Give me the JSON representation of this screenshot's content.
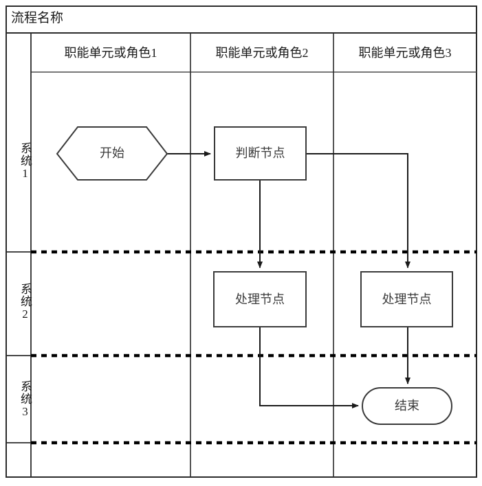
{
  "diagram": {
    "title": "流程名称",
    "type": "swimlane-flowchart",
    "colors": {
      "border": "#2b2b2b",
      "node_stroke": "#3a3a3a",
      "text": "#1a1a1a",
      "node_text": "#3a3a3a",
      "background": "#ffffff",
      "lane_divider_dashed": "#000000"
    },
    "lane_columns": [
      {
        "id": "col-roles",
        "label": "职能单元或角色1"
      },
      {
        "id": "col-roles-2",
        "label": "职能单元或角色2"
      },
      {
        "id": "col-roles-3",
        "label": "职能单元或角色3"
      }
    ],
    "lane_rows": [
      {
        "id": "row-sys-1",
        "label": "系统1"
      },
      {
        "id": "row-sys-2",
        "label": "系统2"
      },
      {
        "id": "row-sys-3",
        "label": "系统3"
      },
      {
        "id": "row-sys-4",
        "label": ""
      }
    ],
    "nodes": [
      {
        "id": "start",
        "label": "开始",
        "shape": "hexagon",
        "column": 1,
        "row": 1
      },
      {
        "id": "decision",
        "label": "判断节点",
        "shape": "rectangle",
        "column": 2,
        "row": 1
      },
      {
        "id": "process-left",
        "label": "处理节点",
        "shape": "rectangle",
        "column": 2,
        "row": 2
      },
      {
        "id": "process-right",
        "label": "处理节点",
        "shape": "rectangle",
        "column": 3,
        "row": 2
      },
      {
        "id": "end",
        "label": "结束",
        "shape": "stadium",
        "column": 3,
        "row": 3
      }
    ],
    "edges": [
      {
        "from": "start",
        "to": "decision",
        "arrow": true
      },
      {
        "from": "decision",
        "to": "process-left",
        "arrow": true
      },
      {
        "from": "decision",
        "to": "process-right",
        "arrow": true
      },
      {
        "from": "process-right",
        "to": "end",
        "arrow": true
      },
      {
        "from": "process-left",
        "to": "end",
        "arrow": true
      }
    ]
  }
}
